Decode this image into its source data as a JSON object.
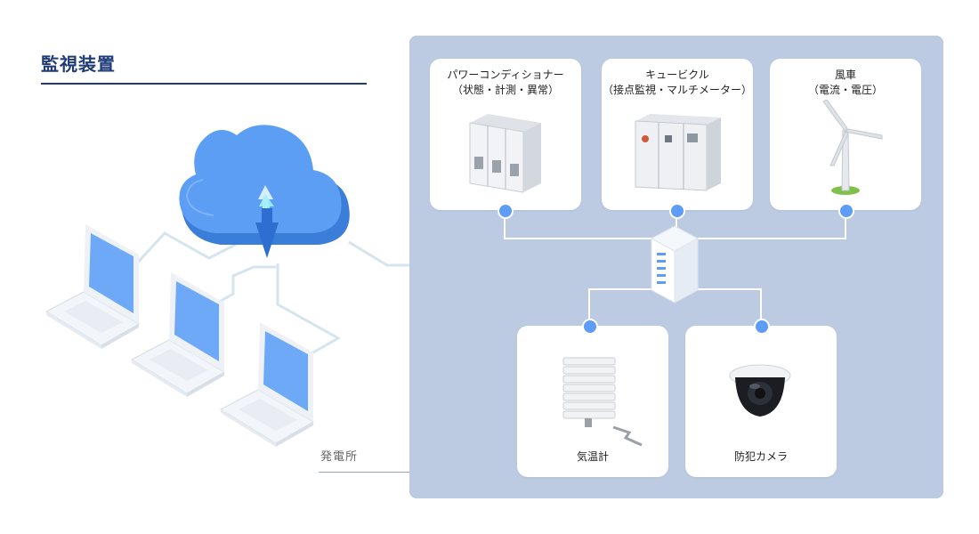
{
  "title": "監視装置",
  "plant_label": "発電所",
  "devices": {
    "power_conditioner": {
      "name": "パワーコンディショナー",
      "sub": "（状態・計測・異常）",
      "icon": "power-conditioner-cabinet"
    },
    "cubicle": {
      "name": "キュービクル",
      "sub": "（接点監視・マルチメーター）",
      "icon": "cubicle-cabinet"
    },
    "wind": {
      "name": "風車",
      "sub": "（電流・電圧）",
      "icon": "wind-turbine"
    },
    "thermometer": {
      "name": "気温計",
      "icon": "weather-thermometer-shield"
    },
    "camera": {
      "name": "防犯カメラ",
      "icon": "dome-security-camera"
    }
  },
  "colors": {
    "accent": "#5f9cf5",
    "title": "#1f3b78",
    "panel": "#bccbe1",
    "line": "#d4e3ee",
    "cloud": "#5b9ef3",
    "laptop_screen": "#6ea9f7"
  }
}
